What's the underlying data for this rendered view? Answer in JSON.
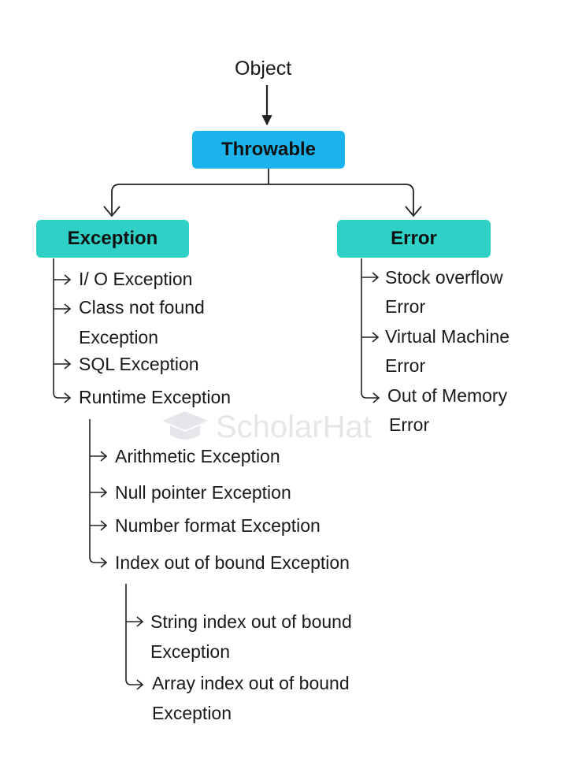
{
  "root": {
    "label": "Object"
  },
  "throwable": {
    "label": "Throwable"
  },
  "exception": {
    "label": "Exception",
    "items": [
      {
        "lines": [
          "I/ O Exception"
        ]
      },
      {
        "lines": [
          "Class not found",
          "Exception"
        ]
      },
      {
        "lines": [
          "SQL Exception"
        ]
      },
      {
        "lines": [
          "Runtime Exception"
        ]
      }
    ],
    "runtime_children": [
      {
        "lines": [
          "Arithmetic Exception"
        ]
      },
      {
        "lines": [
          "Null pointer Exception"
        ]
      },
      {
        "lines": [
          "Number format Exception"
        ]
      },
      {
        "lines": [
          "Index out of bound Exception"
        ]
      }
    ],
    "index_children": [
      {
        "lines": [
          "String index out of bound",
          "Exception"
        ]
      },
      {
        "lines": [
          "Array index out of bound",
          "Exception"
        ]
      }
    ]
  },
  "error": {
    "label": "Error",
    "items": [
      {
        "lines": [
          "Stock overflow",
          "Error"
        ]
      },
      {
        "lines": [
          "Virtual Machine",
          "Error"
        ]
      },
      {
        "lines": [
          "Out of Memory",
          "Error"
        ]
      }
    ]
  },
  "watermark": {
    "text": "ScholarHat"
  },
  "colors": {
    "throwable_fill": "#1ab3ec",
    "category_fill": "#2fd1c6",
    "line": "#222222",
    "watermark": "#6c7a89"
  },
  "icons": {
    "branch_arrow": "arrow-right-icon",
    "watermark_logo": "graduation-cap-icon"
  }
}
